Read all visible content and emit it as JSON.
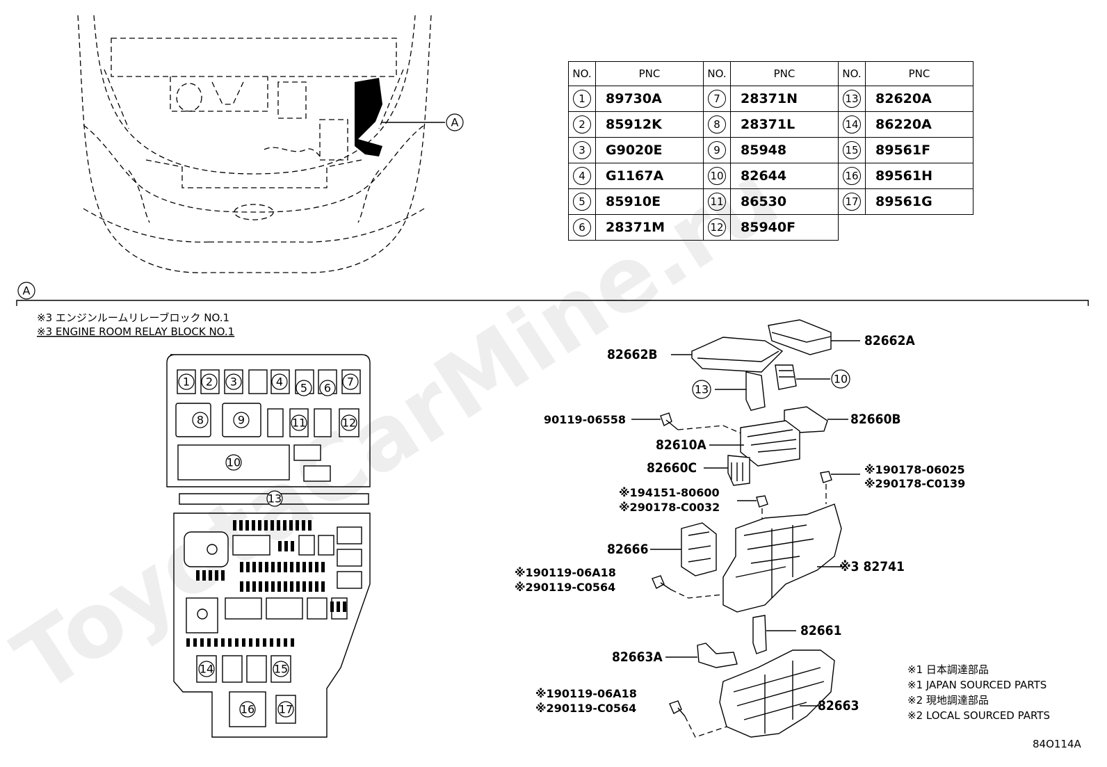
{
  "callout_letter": "A",
  "table": {
    "headers": {
      "no": "NO.",
      "pnc": "PNC"
    },
    "rows": [
      {
        "no": "1",
        "pnc": "89730A"
      },
      {
        "no": "2",
        "pnc": "85912K"
      },
      {
        "no": "3",
        "pnc": "G9020E"
      },
      {
        "no": "4",
        "pnc": "G1167A"
      },
      {
        "no": "5",
        "pnc": "85910E"
      },
      {
        "no": "6",
        "pnc": "28371M"
      },
      {
        "no": "7",
        "pnc": "28371N"
      },
      {
        "no": "8",
        "pnc": "28371L"
      },
      {
        "no": "9",
        "pnc": "85948"
      },
      {
        "no": "10",
        "pnc": "82644"
      },
      {
        "no": "11",
        "pnc": "86530"
      },
      {
        "no": "12",
        "pnc": "85940F"
      },
      {
        "no": "13",
        "pnc": "82620A"
      },
      {
        "no": "14",
        "pnc": "86220A"
      },
      {
        "no": "15",
        "pnc": "89561F"
      },
      {
        "no": "16",
        "pnc": "89561H"
      },
      {
        "no": "17",
        "pnc": "89561G"
      }
    ]
  },
  "relay_block_title": {
    "jp": "※3 エンジンルームリレーブロック NO.1",
    "en": "※3 ENGINE ROOM RELAY BLOCK NO.1"
  },
  "part_labels": {
    "p82662A": "82662A",
    "p82662B": "82662B",
    "p13": "13",
    "p10": "10",
    "p90119_06558": "90119-06558",
    "p82660B": "82660B",
    "p82610A": "82610A",
    "p82660C": "82660C",
    "p90178_06025": "※190178-06025",
    "p90178_C0139": "※290178-C0139",
    "p94151_80600": "※194151-80600",
    "p90178_C0032": "※290178-C0032",
    "p82666": "82666",
    "p82741": "※3 82741",
    "p90119_06A18_a": "※190119-06A18",
    "p90119_C0564_a": "※290119-C0564",
    "p82661": "82661",
    "p82663A": "82663A",
    "p90119_06A18_b": "※190119-06A18",
    "p90119_C0564_b": "※290119-C0564",
    "p82663": "82663"
  },
  "legend": [
    "※1 日本調達部品",
    "※1 JAPAN SOURCED PARTS",
    "※2 現地調達部品",
    "※2 LOCAL SOURCED PARTS"
  ],
  "diagram_code": "84O114A",
  "watermark": "ToyotaCarMine.ru"
}
